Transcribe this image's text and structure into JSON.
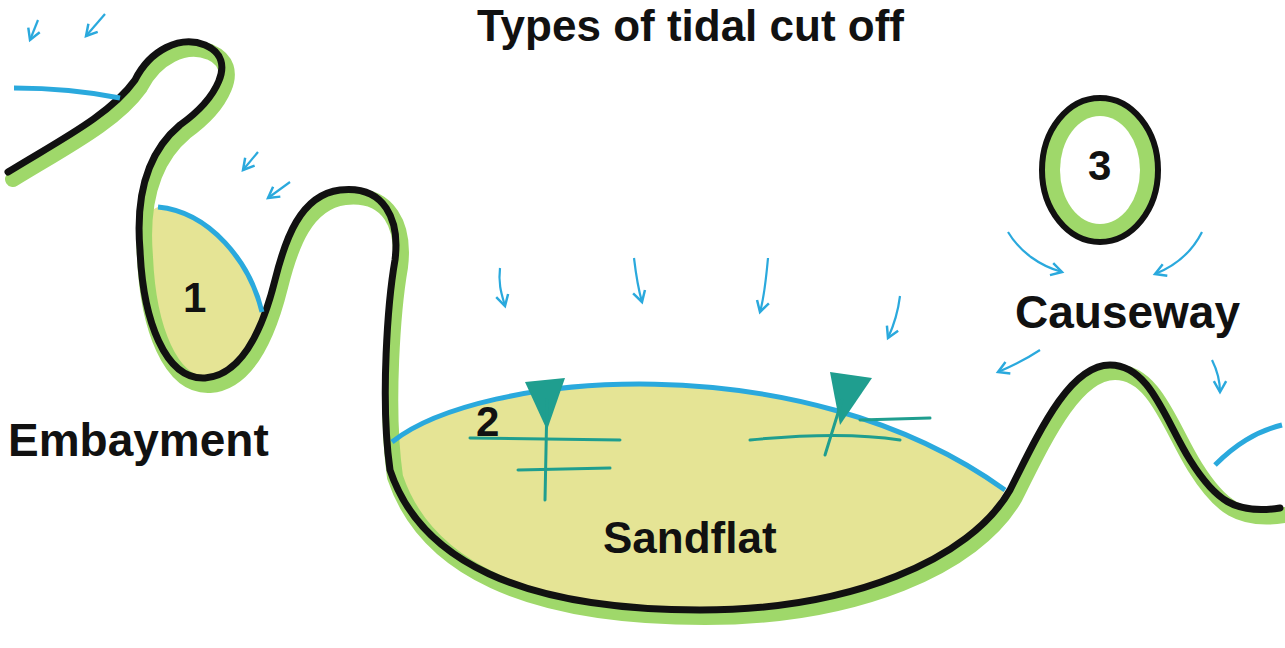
{
  "diagram": {
    "title": "Types of tidal cut off",
    "nodes": [
      {
        "text": [
          "1"
        ]
      },
      {
        "text": [
          "2",
          "Sandflat"
        ]
      },
      {
        "text": [
          "3"
        ]
      }
    ],
    "labels": [
      "Embayment",
      "Causeway"
    ]
  }
}
